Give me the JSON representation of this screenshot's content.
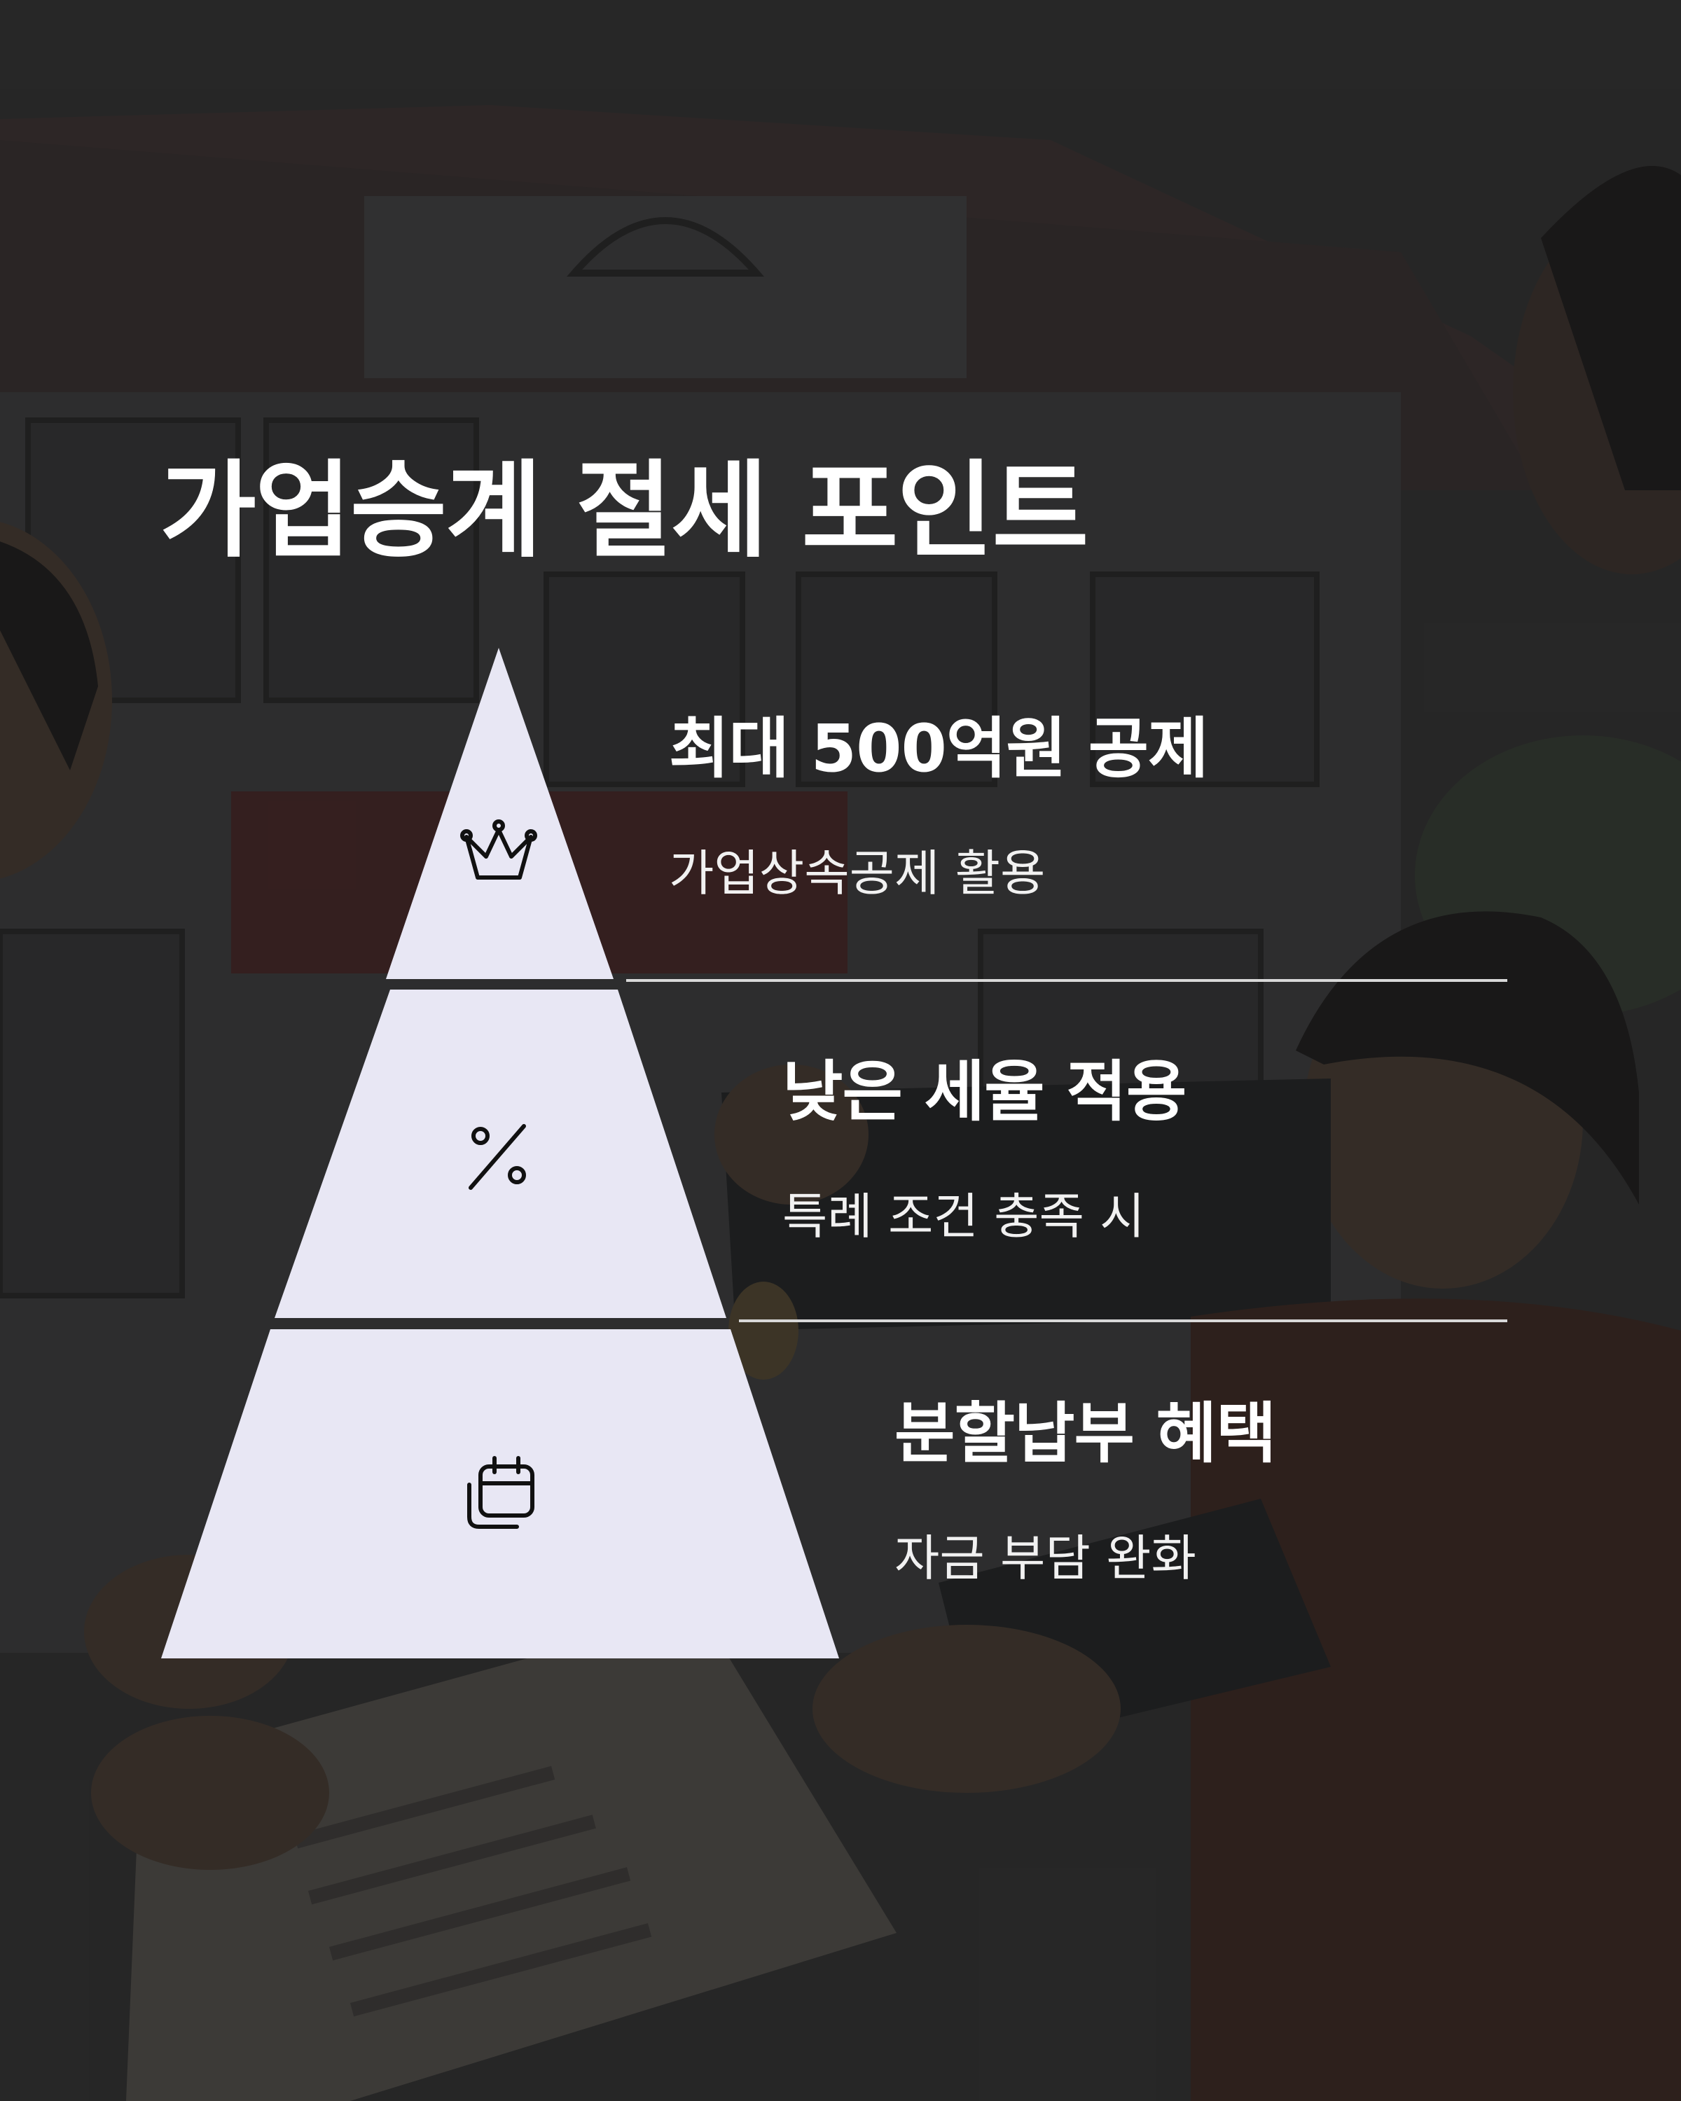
{
  "title": "가업승계 절세 포인트",
  "colors": {
    "pyramid_fill": "#e8e7f4",
    "divider": "#d8d8d8",
    "text": "#ffffff",
    "icon_stroke": "#111111"
  },
  "tiers": [
    {
      "heading": "최대 500억원 공제",
      "sub": "가업상속공제 활용",
      "icon": "crown-icon"
    },
    {
      "heading": "낮은 세율 적용",
      "sub": "특례 조건 충족 시",
      "icon": "percent-icon"
    },
    {
      "heading": "분할납부 혜택",
      "sub": "자금 부담 완화",
      "icon": "calendar-icon"
    }
  ]
}
